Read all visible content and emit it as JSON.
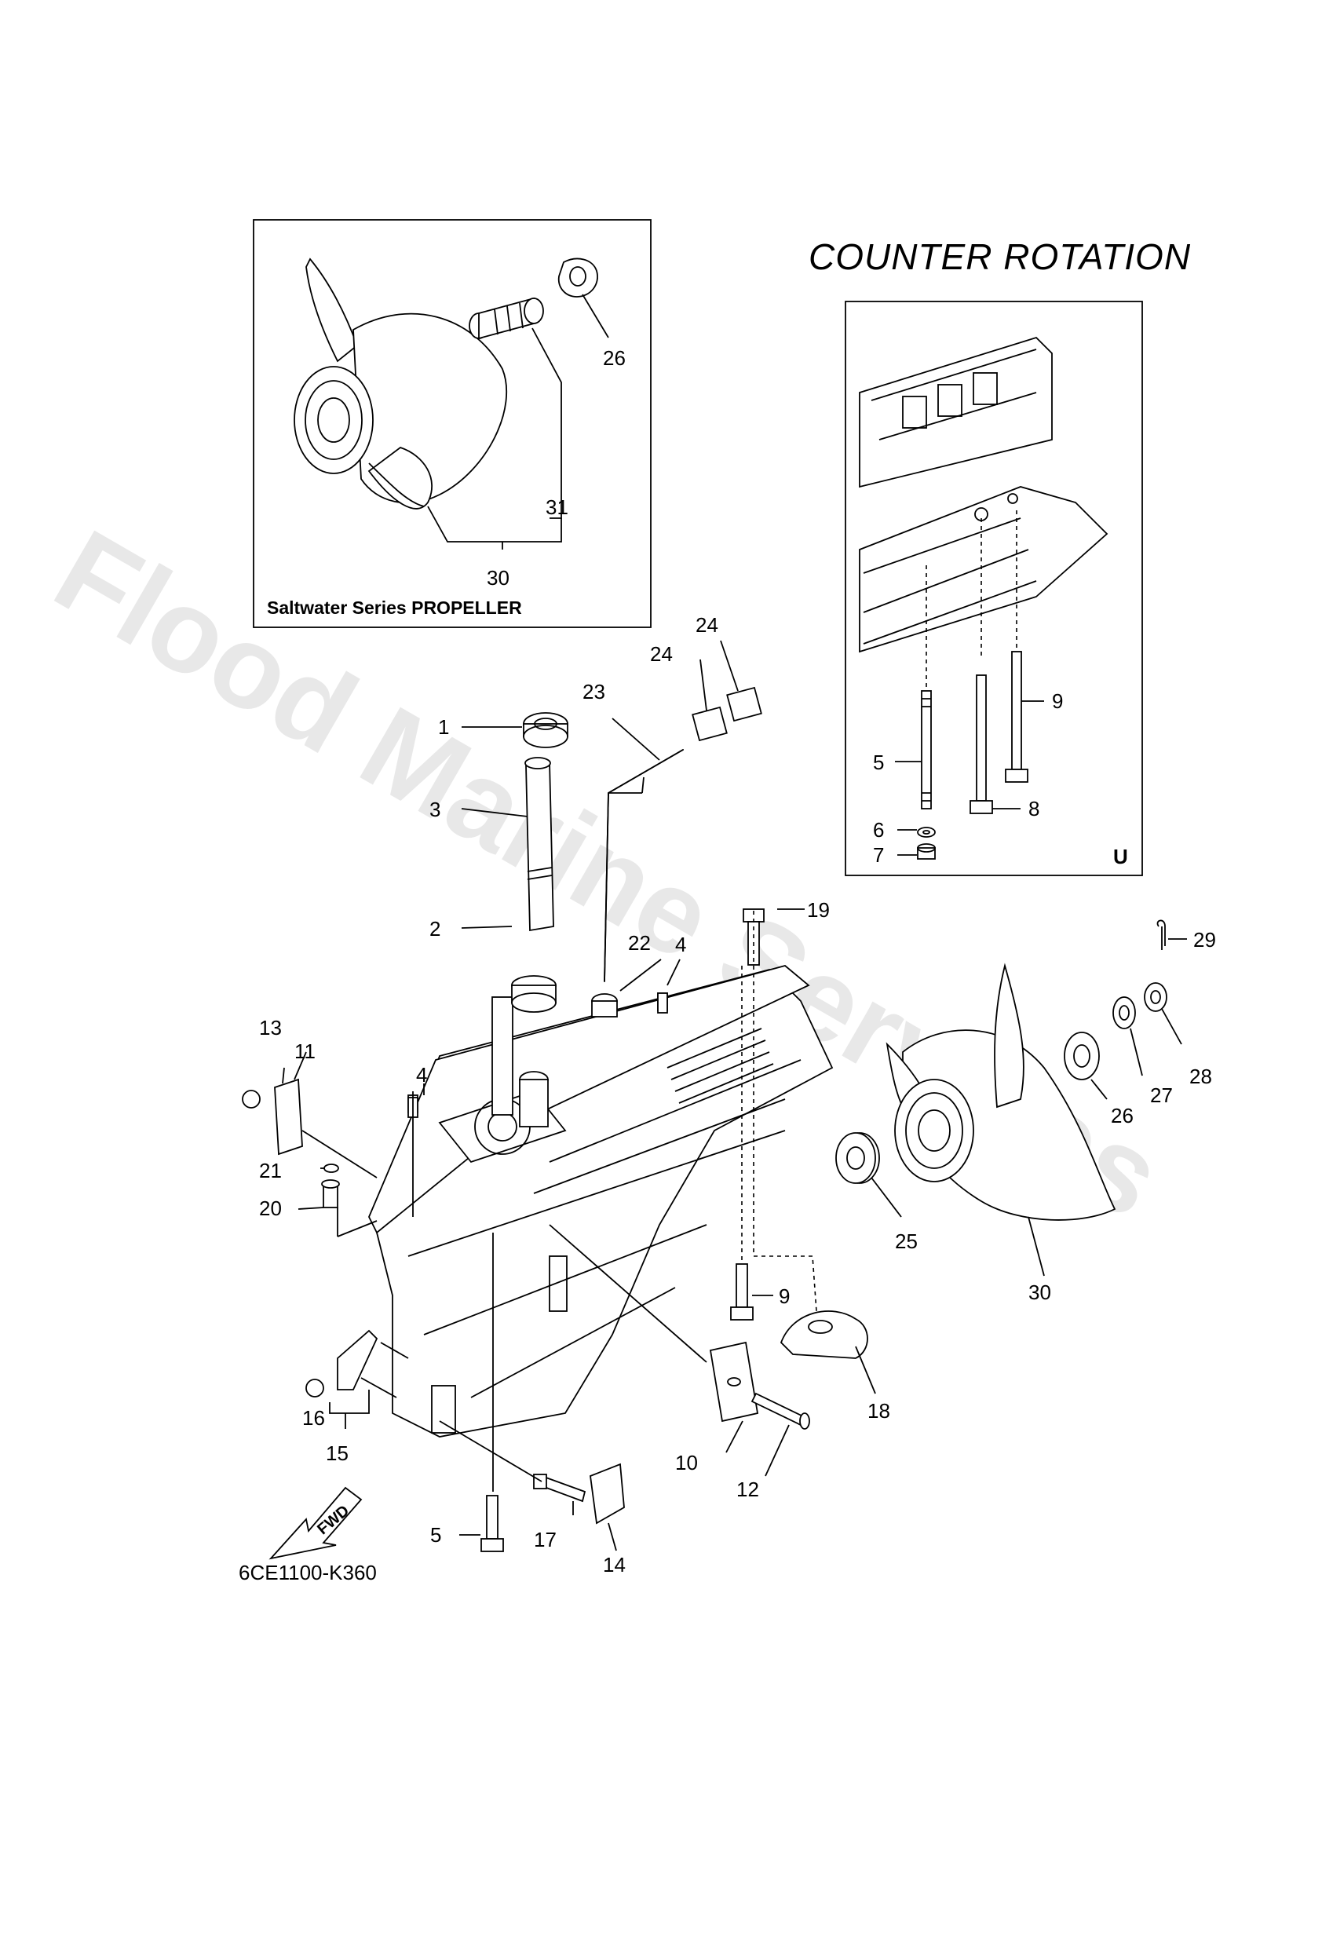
{
  "heading": "COUNTER  ROTATION",
  "inset_title": "Saltwater Series PROPELLER",
  "variant_mark": "U",
  "fwd_label": "FWD",
  "diagram_code": "6CE1100-K360",
  "watermark": "Flood Marine Services",
  "callouts": {
    "c1": "1",
    "c2": "2",
    "c3": "3",
    "c4a": "4",
    "c4b": "4",
    "c5a": "5",
    "c5b": "5",
    "c6": "6",
    "c7": "7",
    "c8": "8",
    "c9a": "9",
    "c9b": "9",
    "c10": "10",
    "c11": "11",
    "c12": "12",
    "c13": "13",
    "c14": "14",
    "c15": "15",
    "c16": "16",
    "c17": "17",
    "c18": "18",
    "c19": "19",
    "c20": "20",
    "c21": "21",
    "c22": "22",
    "c23": "23",
    "c24a": "24",
    "c24b": "24",
    "c25": "25",
    "c26a": "26",
    "c26b": "26",
    "c27": "27",
    "c28": "28",
    "c29": "29",
    "c30a": "30",
    "c30b": "30",
    "c31": "31"
  }
}
